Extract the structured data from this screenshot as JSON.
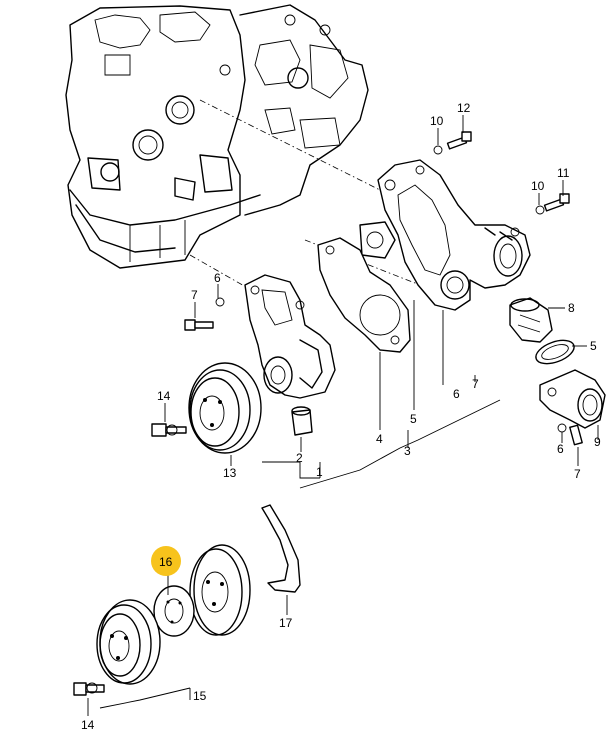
{
  "labels": {
    "c1": "1",
    "c2": "2",
    "c3": "3",
    "c4": "4",
    "c5a": "5",
    "c5b": "5",
    "c6a": "6",
    "c6b": "6",
    "c6c": "6",
    "c7a": "7",
    "c7b": "7",
    "c7c": "7",
    "c8": "8",
    "c9": "9",
    "c10a": "10",
    "c10b": "10",
    "c11": "11",
    "c12": "12",
    "c13": "13",
    "c14a": "14",
    "c14b": "14",
    "c15": "15",
    "c16": "16",
    "c17": "17"
  },
  "colors": {
    "highlight": "#f7c31c",
    "line": "#000000"
  },
  "highlighted_callout": "16"
}
